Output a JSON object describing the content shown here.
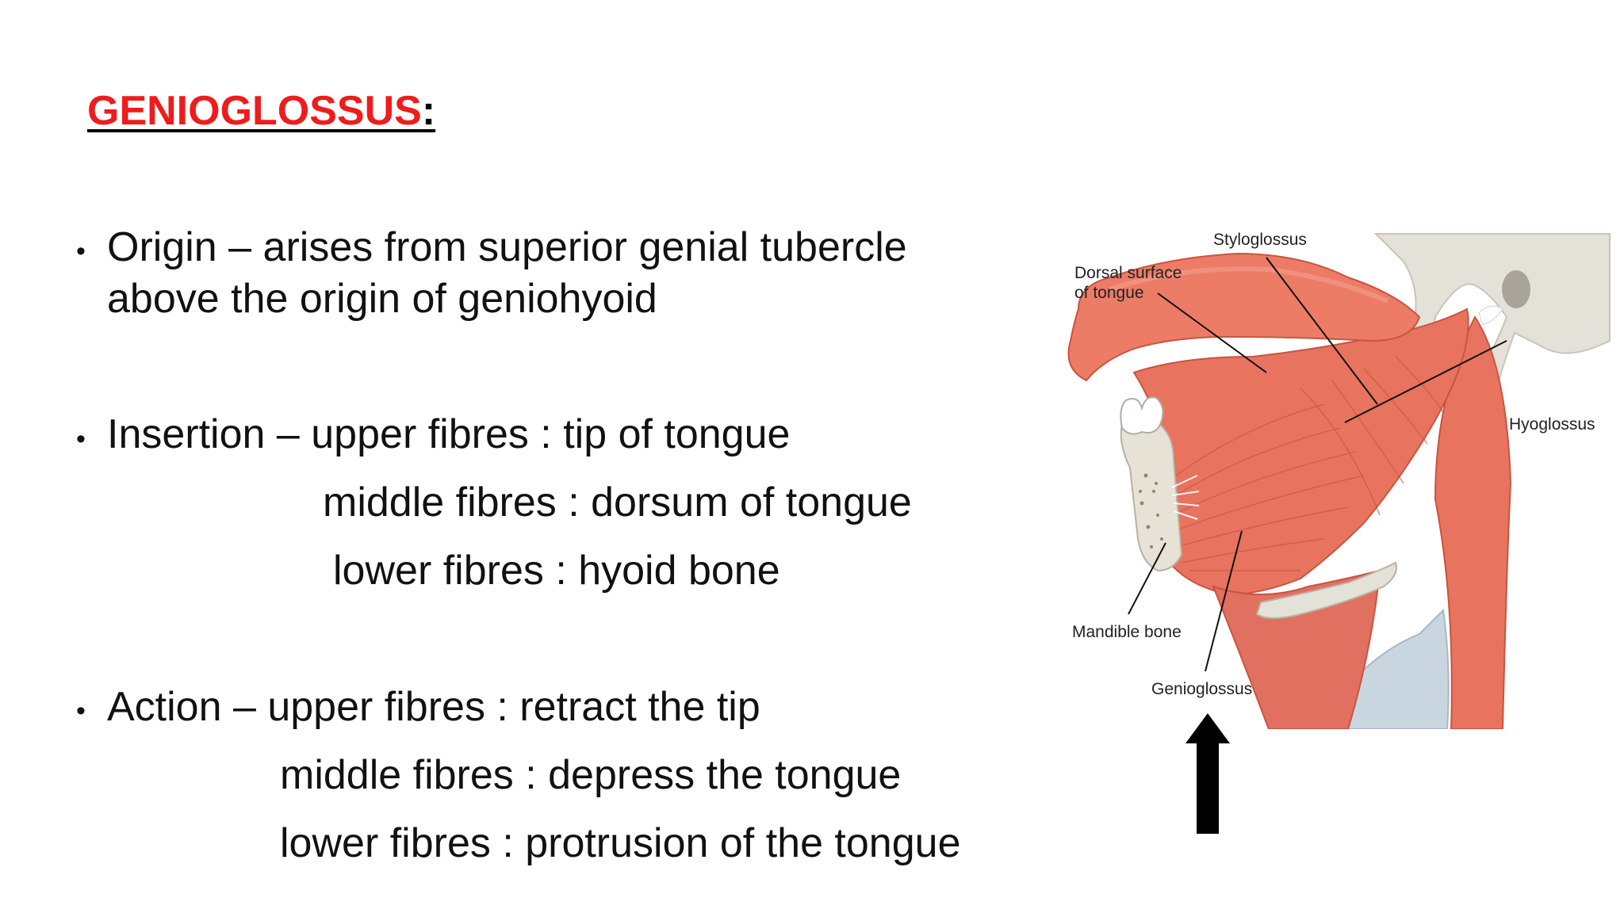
{
  "title": {
    "name": "GENIOGLOSSUS",
    "colon": ":"
  },
  "origin": {
    "line1": "Origin – arises from superior genial tubercle",
    "line2": "above the origin of geniohyoid"
  },
  "insertion": {
    "line1": "Insertion – upper fibres : tip of tongue",
    "line2": "middle fibres : dorsum of tongue",
    "line3": "lower fibres : hyoid bone"
  },
  "action": {
    "line1": "Action – upper fibres : retract the tip",
    "line2": "middle fibres : depress the tongue",
    "line3": "lower fibres : protrusion of the tongue"
  },
  "figure": {
    "labels": {
      "styloglossus": "Styloglossus",
      "dorsal_line1": "Dorsal surface",
      "dorsal_line2": "of tongue",
      "hyoglossus": "Hyoglossus",
      "mandible": "Mandible bone",
      "genioglossus": "Genioglossus"
    },
    "colors": {
      "muscle": "#e8735f",
      "muscle_dark": "#c95441",
      "bone": "#e4e1d9",
      "cartilage": "#c9d6e0"
    }
  },
  "colors": {
    "title_red": "#ee1c1c",
    "text": "#111111"
  },
  "icons": {
    "bullet": "bullet-dot-icon",
    "arrow": "up-arrow-icon"
  }
}
